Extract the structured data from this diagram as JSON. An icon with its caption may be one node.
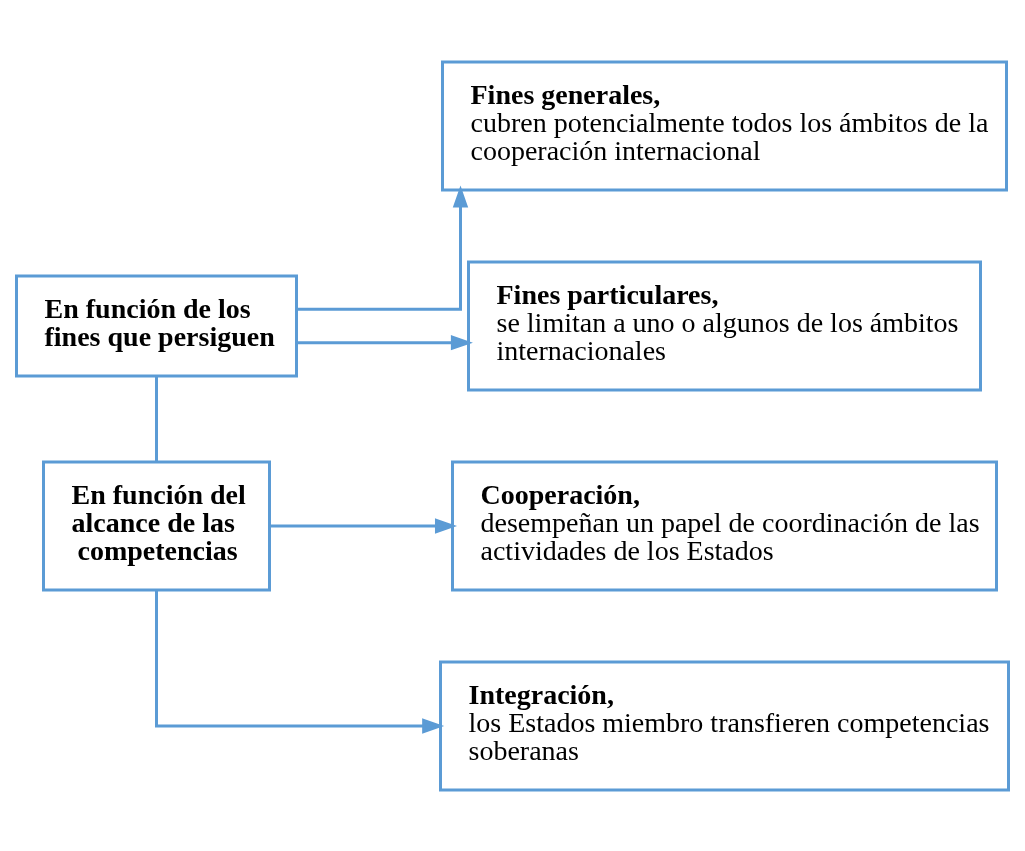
{
  "diagram": {
    "nodes": [
      {
        "text": [
          "En función de los fines que persiguen"
        ]
      },
      {
        "text": [
          "**Fines generales,** cubren potencialmente todos los ámbitos de la cooperación internacional"
        ]
      },
      {
        "text": [
          "**Fines particulares,** se limitan a uno o algunos de los ámbitos internacionales"
        ]
      },
      {
        "text": [
          "En función del alcance de las competencias"
        ]
      },
      {
        "text": [
          "**Cooperación,** desempeñan un papel de coordinación de las actividades de los Estados"
        ]
      },
      {
        "text": [
          "**Integración,** los Estados miembro transfieren competencias soberanas"
        ]
      }
    ],
    "edges": [
      {
        "from": 0,
        "to": 1,
        "arrow": "to"
      },
      {
        "from": 0,
        "to": 2,
        "arrow": "to"
      },
      {
        "from": 0,
        "to": 3,
        "arrow": "none"
      },
      {
        "from": 3,
        "to": 4,
        "arrow": "to"
      },
      {
        "from": 3,
        "to": 5,
        "arrow": "to"
      }
    ]
  }
}
